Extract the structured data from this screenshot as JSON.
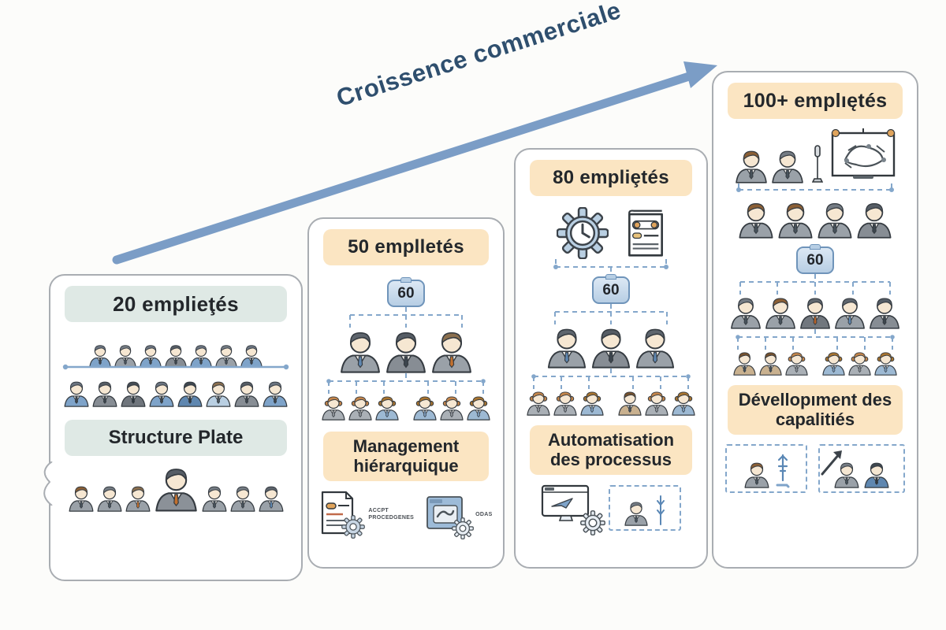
{
  "arrow": {
    "label": "Croissence commerciale",
    "color": "#7b9dc6",
    "label_color": "#2f4f6e"
  },
  "badge": {
    "text": "60"
  },
  "colors": {
    "panel_border": "#a9adb2",
    "sage": "#dfe9e5",
    "peach": "#fbe5c2",
    "dash": "#84a7cb",
    "text": "#23272b"
  },
  "panels": [
    {
      "header": "20 emplieţés",
      "label": "Structure Plate"
    },
    {
      "header": "50 emplletés",
      "label": "Management hiérarquique"
    },
    {
      "header": "80 empliȩtés",
      "label": "Automatisation des processus"
    },
    {
      "header": "100+ emplıętés",
      "label": "Dévellopıment des capalitiés"
    }
  ],
  "captions": {
    "doc_gear": "ACCPT\nPROCEDGENES",
    "window_gear": "ODAS"
  },
  "people": {
    "p1_top": {
      "size": 32,
      "seq": "bgbGbgb"
    },
    "p1_mid": {
      "size": 36,
      "seq": "bGdbBlGb"
    },
    "p1_bot": {
      "size": 36,
      "seq": "hgoLggn"
    },
    "p2_mgr": {
      "size": 58,
      "seq": "nGo"
    },
    "p2_emp": {
      "size": 34,
      "seq": "ffF FfF"
    },
    "p3_mgr": {
      "size": 56,
      "seq": "nGn"
    },
    "p3_emp": {
      "size": 34,
      "seq": "ffF tfF"
    },
    "p4_scene": {
      "size": 46,
      "seq": "hg"
    },
    "p4_row4": {
      "size": 50,
      "seq": "hhgG"
    },
    "p4_mgr": {
      "size": 44,
      "seq": "ghDnG"
    },
    "p4_emp": {
      "size": 33,
      "seq": "ttf FfF"
    }
  }
}
